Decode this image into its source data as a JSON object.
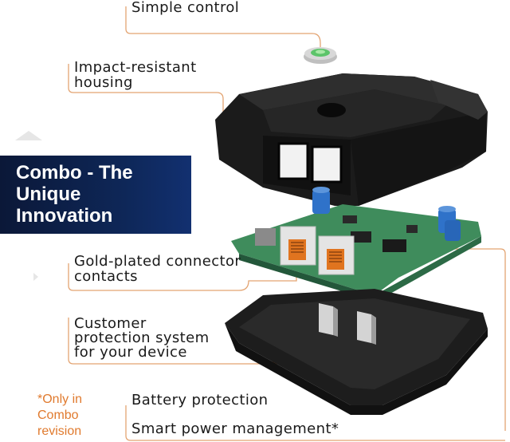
{
  "banner": {
    "lines": [
      "Combo -  The",
      "Unique",
      "Innovation"
    ]
  },
  "callouts": {
    "simple_control": "Simple control",
    "housing_line1": "Impact-resistant",
    "housing_line2": "housing",
    "gold_line1": "Gold-plated connector",
    "gold_line2": "contacts",
    "customer_line1": "Customer",
    "customer_line2": "protection system",
    "customer_line3": "for your device",
    "battery": "Battery protection",
    "smart_power": "Smart power management*"
  },
  "note": {
    "lines": [
      "*Only in",
      "Combo",
      "revision"
    ]
  },
  "colors": {
    "accent": "#e07a2e",
    "banner": "#0e2758",
    "housing": "#1c1c1c",
    "pcb": "#3e8a5a"
  }
}
